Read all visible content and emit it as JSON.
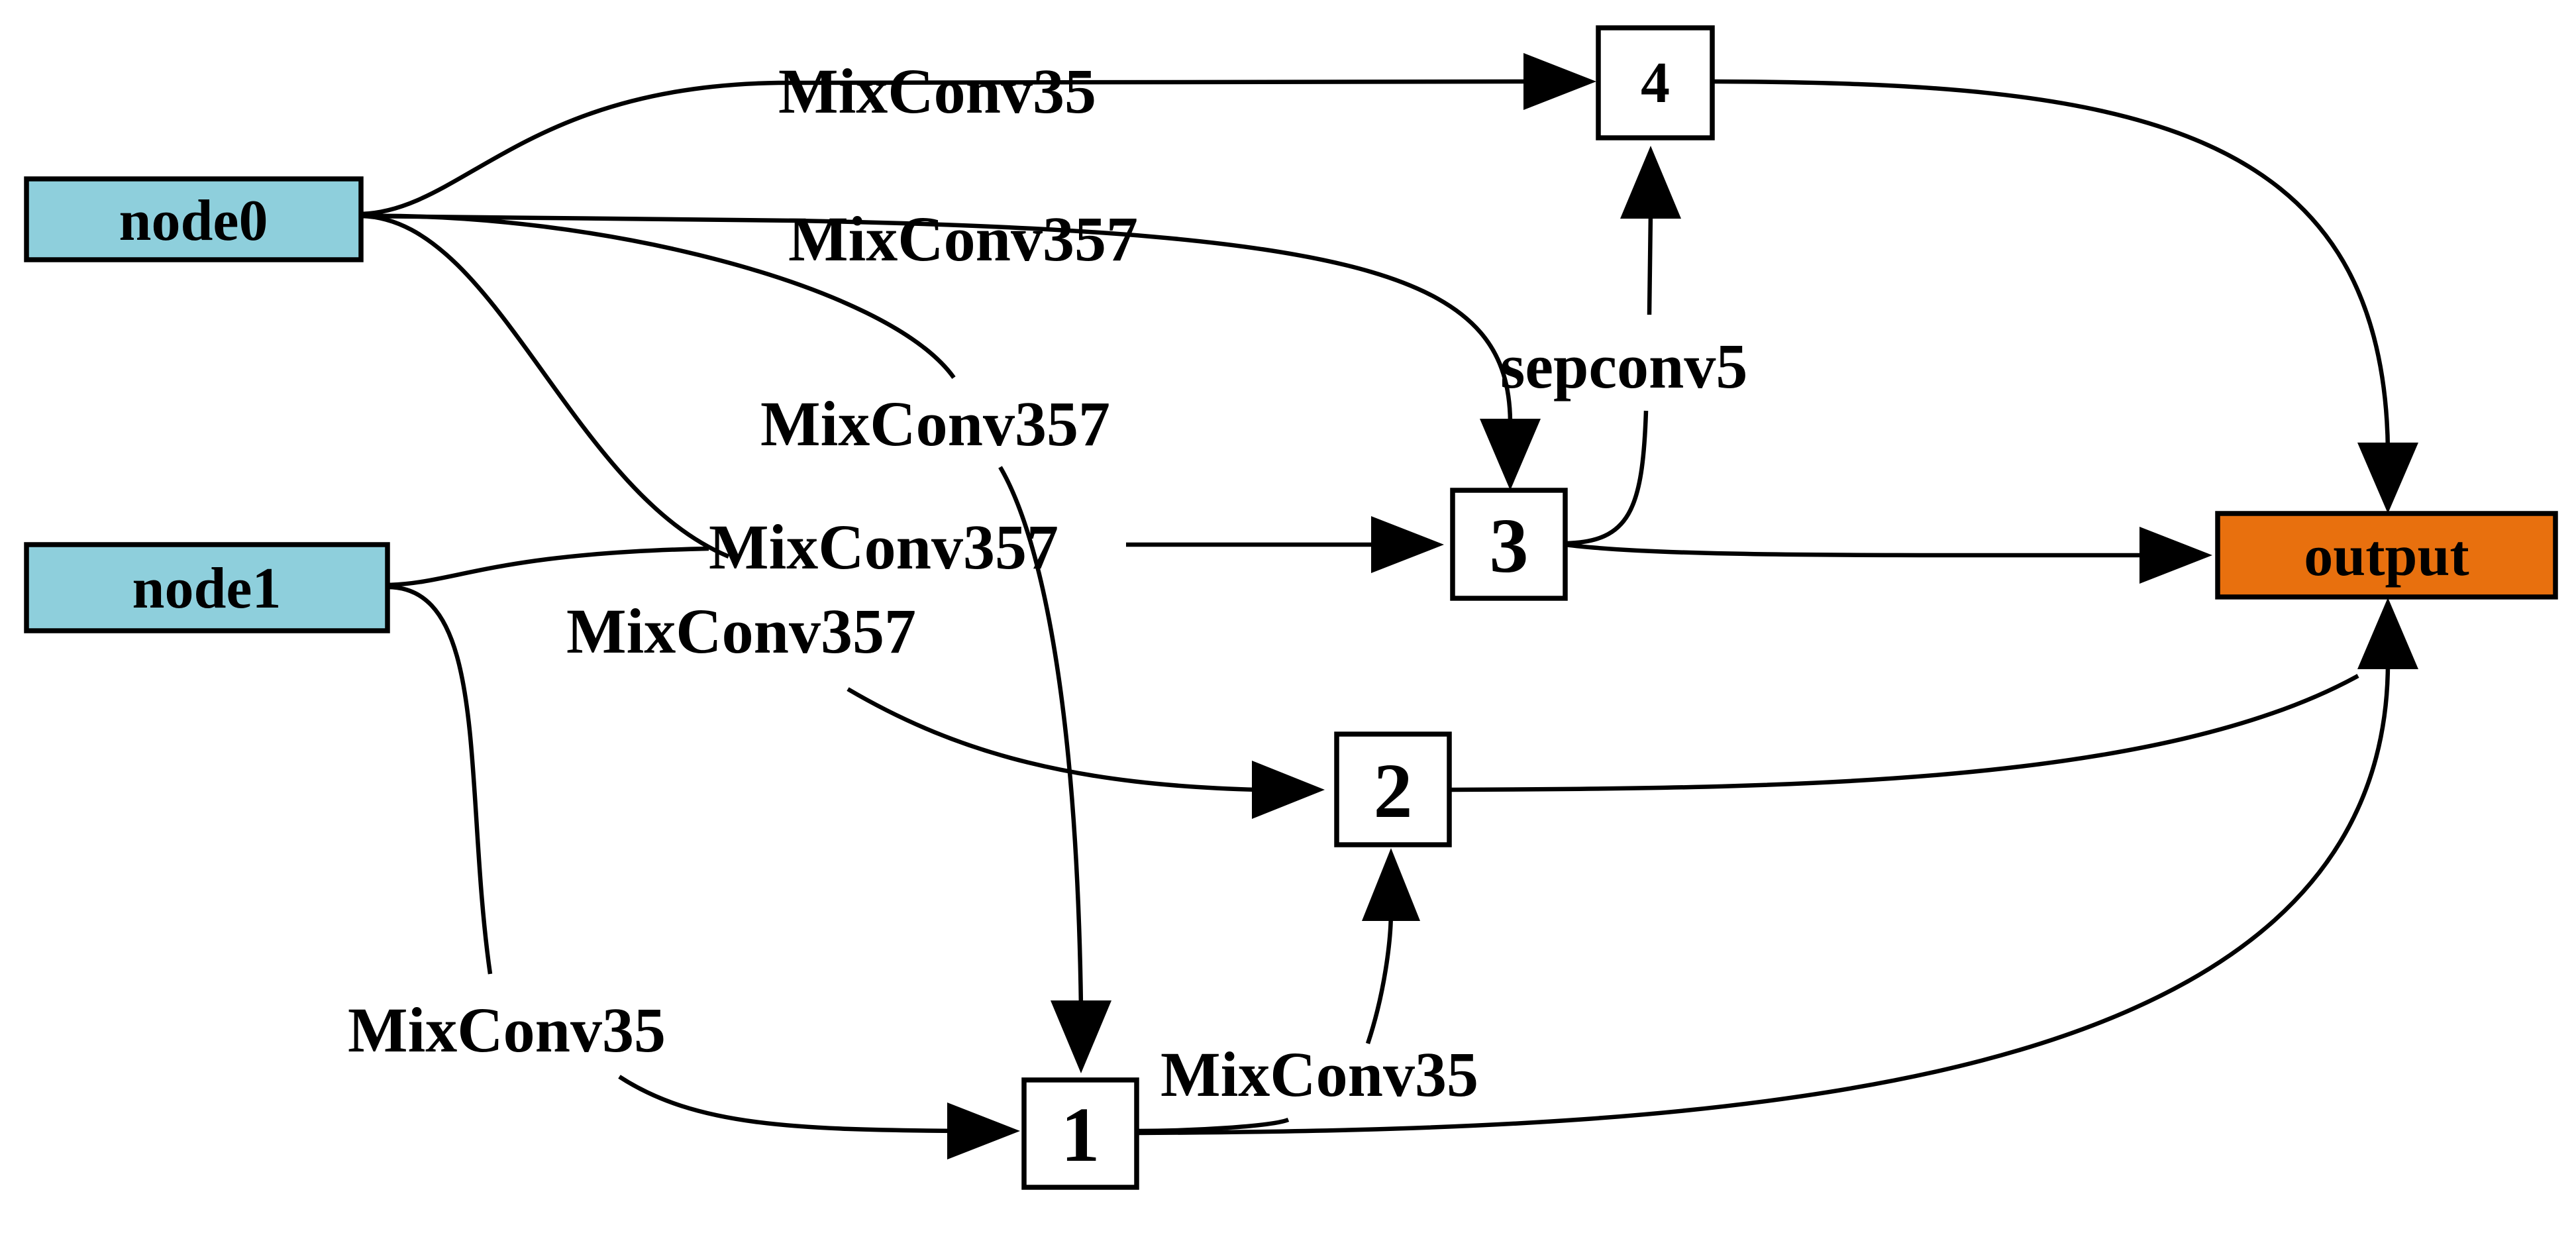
{
  "colors": {
    "input_node_fill": "#8ecfdc",
    "output_node_fill": "#e8700e",
    "intermediate_node_fill": "#ffffff",
    "edge": "#000000"
  },
  "nodes": {
    "node0": {
      "label": "node0"
    },
    "node1": {
      "label": "node1"
    },
    "n1": {
      "label": "1"
    },
    "n2": {
      "label": "2"
    },
    "n3": {
      "label": "3"
    },
    "n4": {
      "label": "4"
    },
    "output": {
      "label": "output"
    }
  },
  "edges": [
    {
      "from": "node0",
      "to": "4",
      "label": "MixConv35"
    },
    {
      "from": "node0",
      "to": "3",
      "label": "MixConv357"
    },
    {
      "from": "node0",
      "to": "1",
      "label": "MixConv357"
    },
    {
      "from": "node0",
      "to": "2",
      "label": "MixConv357"
    },
    {
      "from": "node1",
      "to": "3",
      "label": "MixConv357"
    },
    {
      "from": "node1",
      "to": "1",
      "label": "MixConv35"
    },
    {
      "from": "1",
      "to": "2",
      "label": "MixConv35"
    },
    {
      "from": "3",
      "to": "4",
      "label": "sepconv5"
    },
    {
      "from": "4",
      "to": "output",
      "label": ""
    },
    {
      "from": "3",
      "to": "output",
      "label": ""
    },
    {
      "from": "2",
      "to": "output",
      "label": ""
    },
    {
      "from": "1",
      "to": "output",
      "label": ""
    }
  ]
}
